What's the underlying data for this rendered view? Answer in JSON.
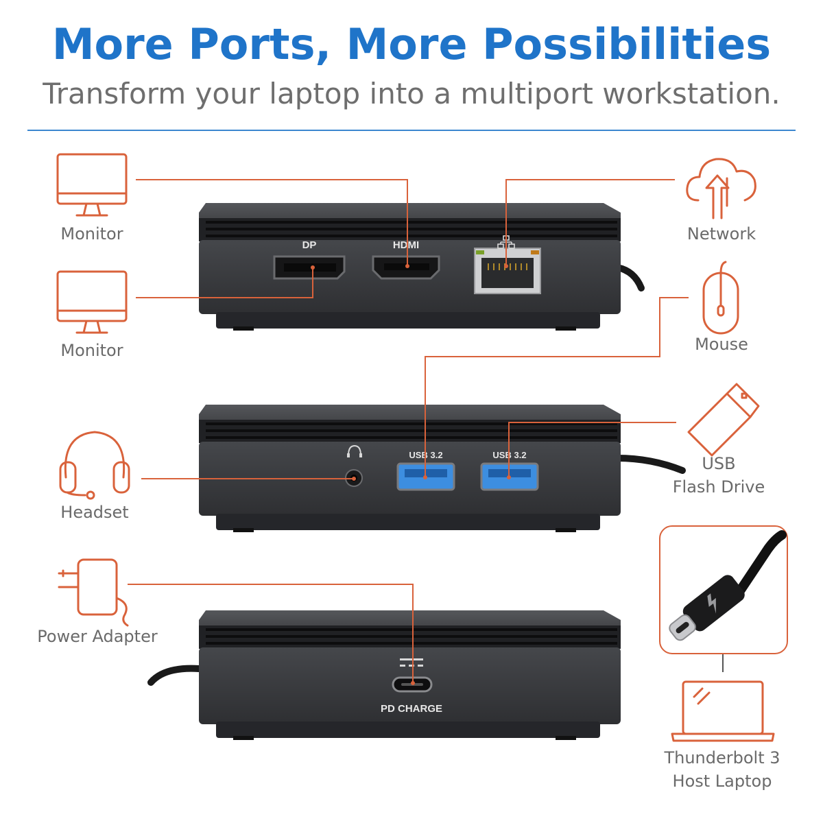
{
  "header": {
    "title": "More Ports, More Possibilities",
    "subtitle": "Transform your laptop into a multiport workstation."
  },
  "labels": {
    "monitor_top": "Monitor",
    "monitor_bottom": "Monitor",
    "network": "Network",
    "mouse": "Mouse",
    "headset": "Headset",
    "usb_line1": "USB",
    "usb_line2": "Flash Drive",
    "power_adapter": "Power Adapter",
    "host_line1": "Thunderbolt 3",
    "host_line2": "Host Laptop"
  },
  "ports": {
    "dp": "DP",
    "hdmi": "HDMI",
    "usb_a_1": "USB 3.2",
    "usb_a_2": "USB 3.2",
    "pd_charge": "PD CHARGE"
  },
  "colors": {
    "title_blue": "#1f74c9",
    "accent_orange": "#d9623b",
    "label_gray": "#6a6a6a",
    "device_body": "#3a3b3e",
    "usb_blue": "#3d8ee0"
  }
}
